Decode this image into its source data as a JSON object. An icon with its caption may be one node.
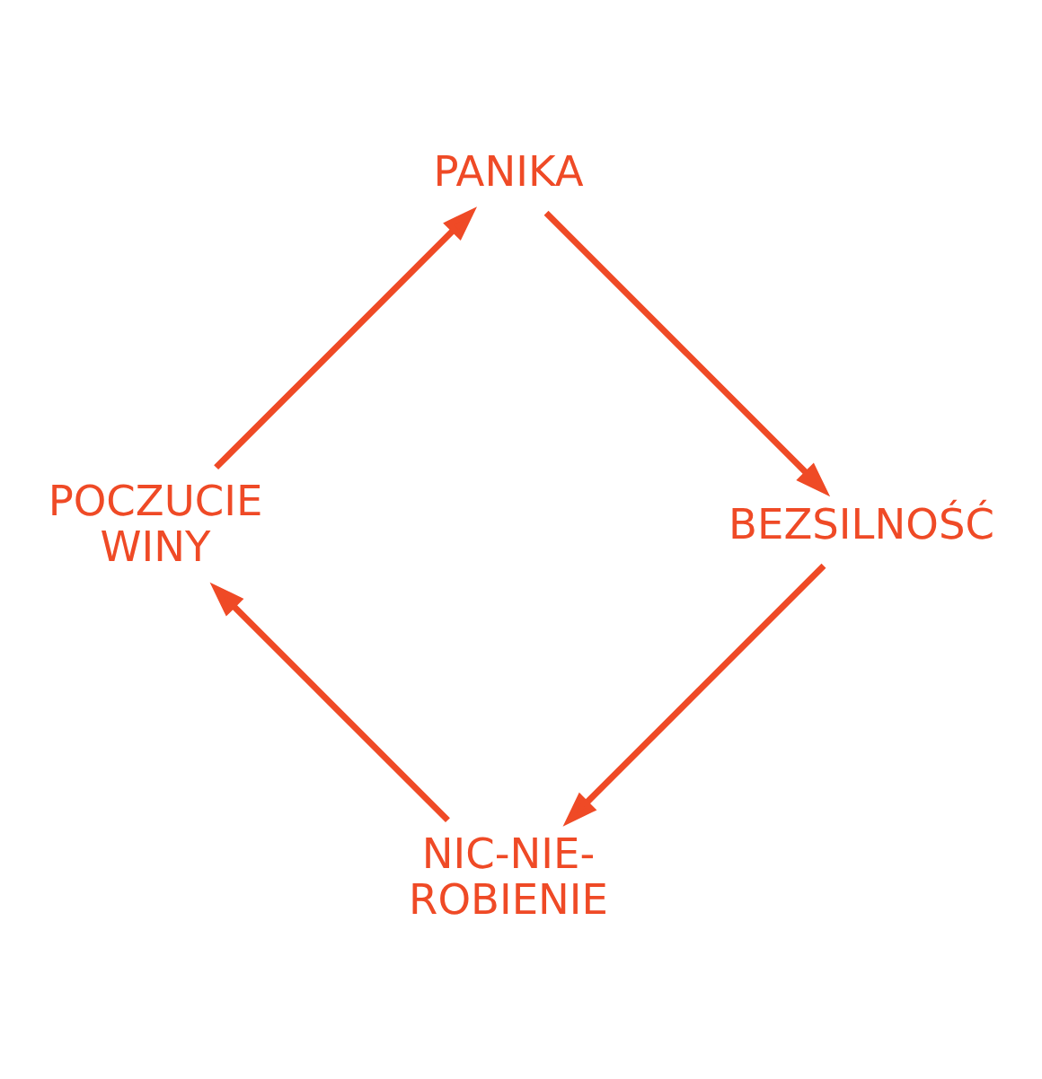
{
  "diagram": {
    "nodes": [
      {
        "text": [
          "NIC-NIE-ROBIENIE"
        ]
      },
      {
        "text": [
          "POCZUCIE WINY"
        ]
      },
      {
        "text": [
          "PANIKA"
        ]
      },
      {
        "text": [
          "BEZSILNOŚĆ"
        ]
      }
    ],
    "edges": [
      {
        "from": 0,
        "to": 1,
        "arrow": "to"
      },
      {
        "from": 1,
        "to": 2,
        "arrow": "to"
      },
      {
        "from": 2,
        "to": 3,
        "arrow": "to"
      },
      {
        "from": 3,
        "to": 0,
        "arrow": "to"
      }
    ]
  }
}
